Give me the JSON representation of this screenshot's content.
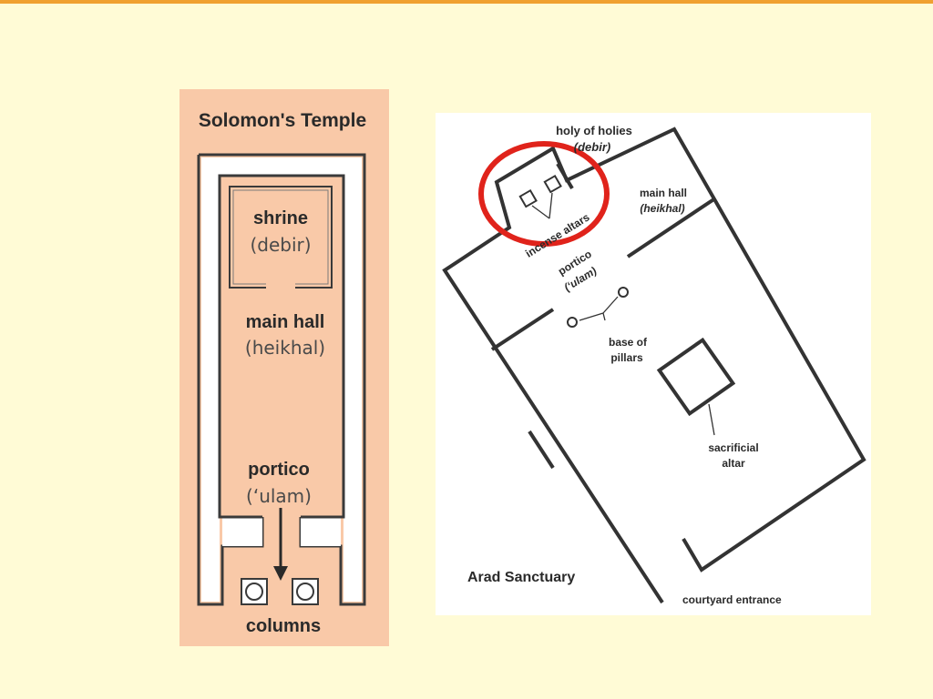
{
  "colors": {
    "background": "#fffbd6",
    "topbar": "#f0a030",
    "left_panel": "#f9c9a8",
    "wall": "#3a3a3a",
    "highlight": "#e0231b"
  },
  "solomon": {
    "title": "Solomon's Temple",
    "shrine": "shrine",
    "shrine_term": "(debir)",
    "main_hall": "main hall",
    "main_hall_term": "(heikhal)",
    "portico": "portico",
    "portico_term": "(‘ulam)",
    "columns": "columns"
  },
  "arad": {
    "title": "Arad Sanctuary",
    "holy_of_holies": "holy of holies",
    "holy_term": "(debir)",
    "main_hall": "main hall",
    "main_hall_term": "(heikhal)",
    "incense_altars": "incense altars",
    "portico": "portico",
    "portico_term": "(‘ulam)",
    "base_of_pillars_1": "base of",
    "base_of_pillars_2": "pillars",
    "sacrificial_1": "sacrificial",
    "sacrificial_2": "altar",
    "courtyard_entrance": "courtyard entrance"
  }
}
